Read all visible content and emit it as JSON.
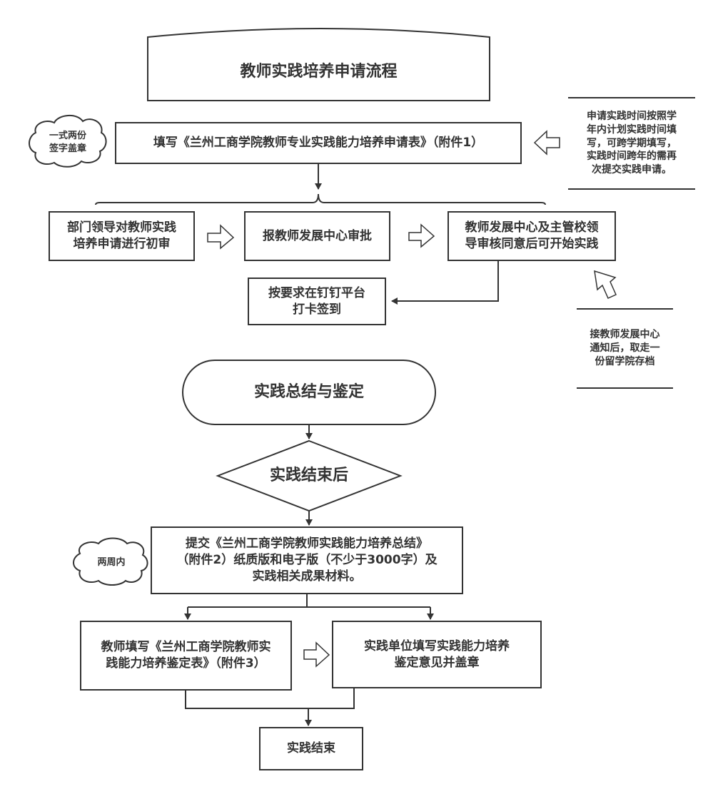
{
  "title": "教师实践培养申请流程",
  "colors": {
    "stroke": "#333333",
    "text": "#333333",
    "background": "#ffffff"
  },
  "steps": {
    "fill_form": "填写《兰州工商学院教师专业实践能力培养申请表》（附件1）",
    "dept_review": "部门领导对教师实践\n培养申请进行初审",
    "report_center": "报教师发展中心审批",
    "approval": "教师发展中心及主管校领\n导审核同意后可开始实践",
    "checkin": "按要求在钉钉平台\n打卡签到",
    "summary_section": "实践总结与鉴定",
    "decision": "实践结束后",
    "submit_summary": "提交《兰州工商学院教师实践能力培养总结》\n（附件2）纸质版和电子版（不少于3000字）及\n实践相关成果材料。",
    "teacher_fill": "教师填写《兰州工商学院教师实\n践能力培养鉴定表》（附件3）",
    "unit_fill": "实践单位填写实践能力培养\n鉴定意见并盖章",
    "end": "实践结束"
  },
  "clouds": {
    "copies": "一式两份\n签字盖章",
    "two_weeks": "两周内"
  },
  "notes": {
    "time_note": "申请实践时间按照学\n年内计划实践时间填\n写，可跨学期填写，\n实践时间跨年的需再\n次提交实践申请。",
    "archive_note": "接教师发展中心\n通知后，取走一\n份留学院存档"
  },
  "icons": {
    "block_arrow_right": "block-arrow-right",
    "block_arrow_left": "block-arrow-left",
    "block_arrow_up_left": "block-arrow-up-left"
  }
}
